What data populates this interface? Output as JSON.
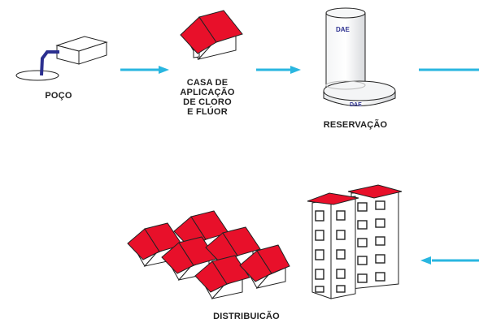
{
  "labels": {
    "poco": "POÇO",
    "casa": [
      "CASA DE",
      "APLICAÇÃO",
      "DE CLORO",
      "E FLÚOR"
    ],
    "reservacao": "RESERVAÇÃO",
    "distribuicao": "DISTRIBUICÃO"
  },
  "tank_logo": "DAE",
  "colors": {
    "arrow": "#29b6e0",
    "roof": "#e8102a",
    "outline": "#222222",
    "well_pipe": "#2b2f8f",
    "tank_body": "#eef0f2"
  },
  "icons": [
    "well-icon",
    "treatment-house-icon",
    "water-tank-icon",
    "houses-icon",
    "apartment-buildings-icon"
  ]
}
